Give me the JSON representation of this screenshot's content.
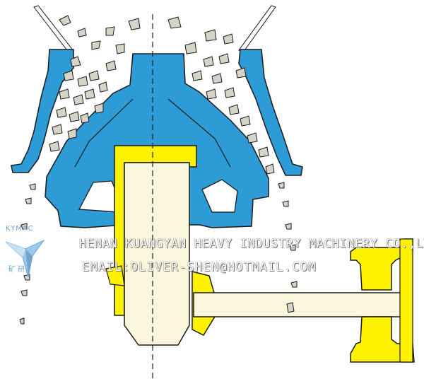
{
  "watermark": {
    "company": "HENAN KUANGYAN HEAVY INDUSTRY MACHINERY CO.,LTD",
    "email": "EMAIL:OLIVER-SHEN@HOTMAIL.COM"
  },
  "logo": {
    "brand": "KYMAC",
    "chinese": "矿 研"
  },
  "colors": {
    "blue_parts": "#2c9bd6",
    "yellow_parts": "#fff200",
    "shaft": "#fbf7dc",
    "outline": "#1a1a1a",
    "rock": "#d6d3c7"
  },
  "icons": [
    "kymac-logo-icon"
  ]
}
